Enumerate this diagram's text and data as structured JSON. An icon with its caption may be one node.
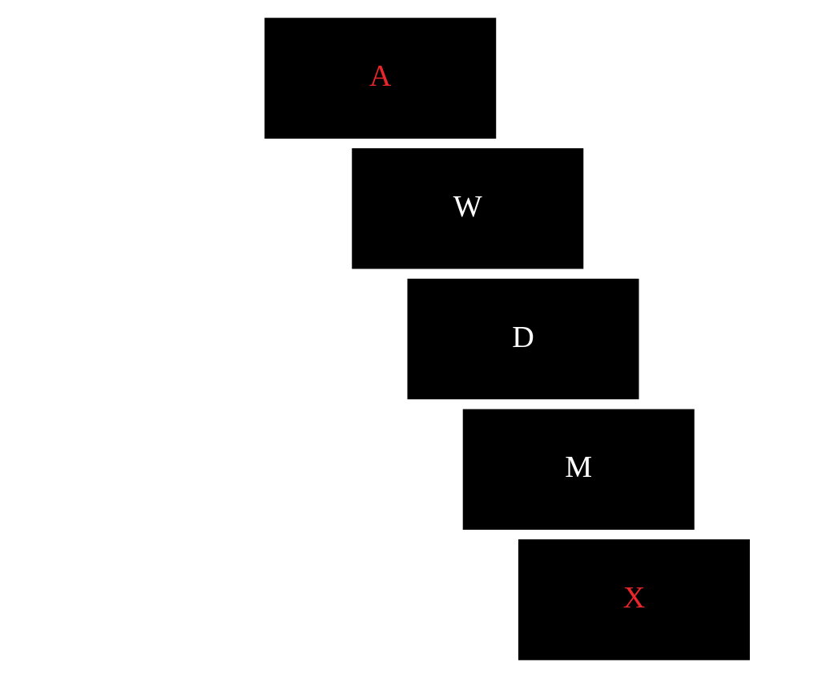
{
  "diagram": {
    "nodes": [
      {
        "text": [
          "A"
        ]
      },
      {
        "text": [
          "W"
        ]
      },
      {
        "text": [
          "D"
        ]
      },
      {
        "text": [
          "M"
        ]
      },
      {
        "text": [
          "X"
        ]
      }
    ]
  }
}
